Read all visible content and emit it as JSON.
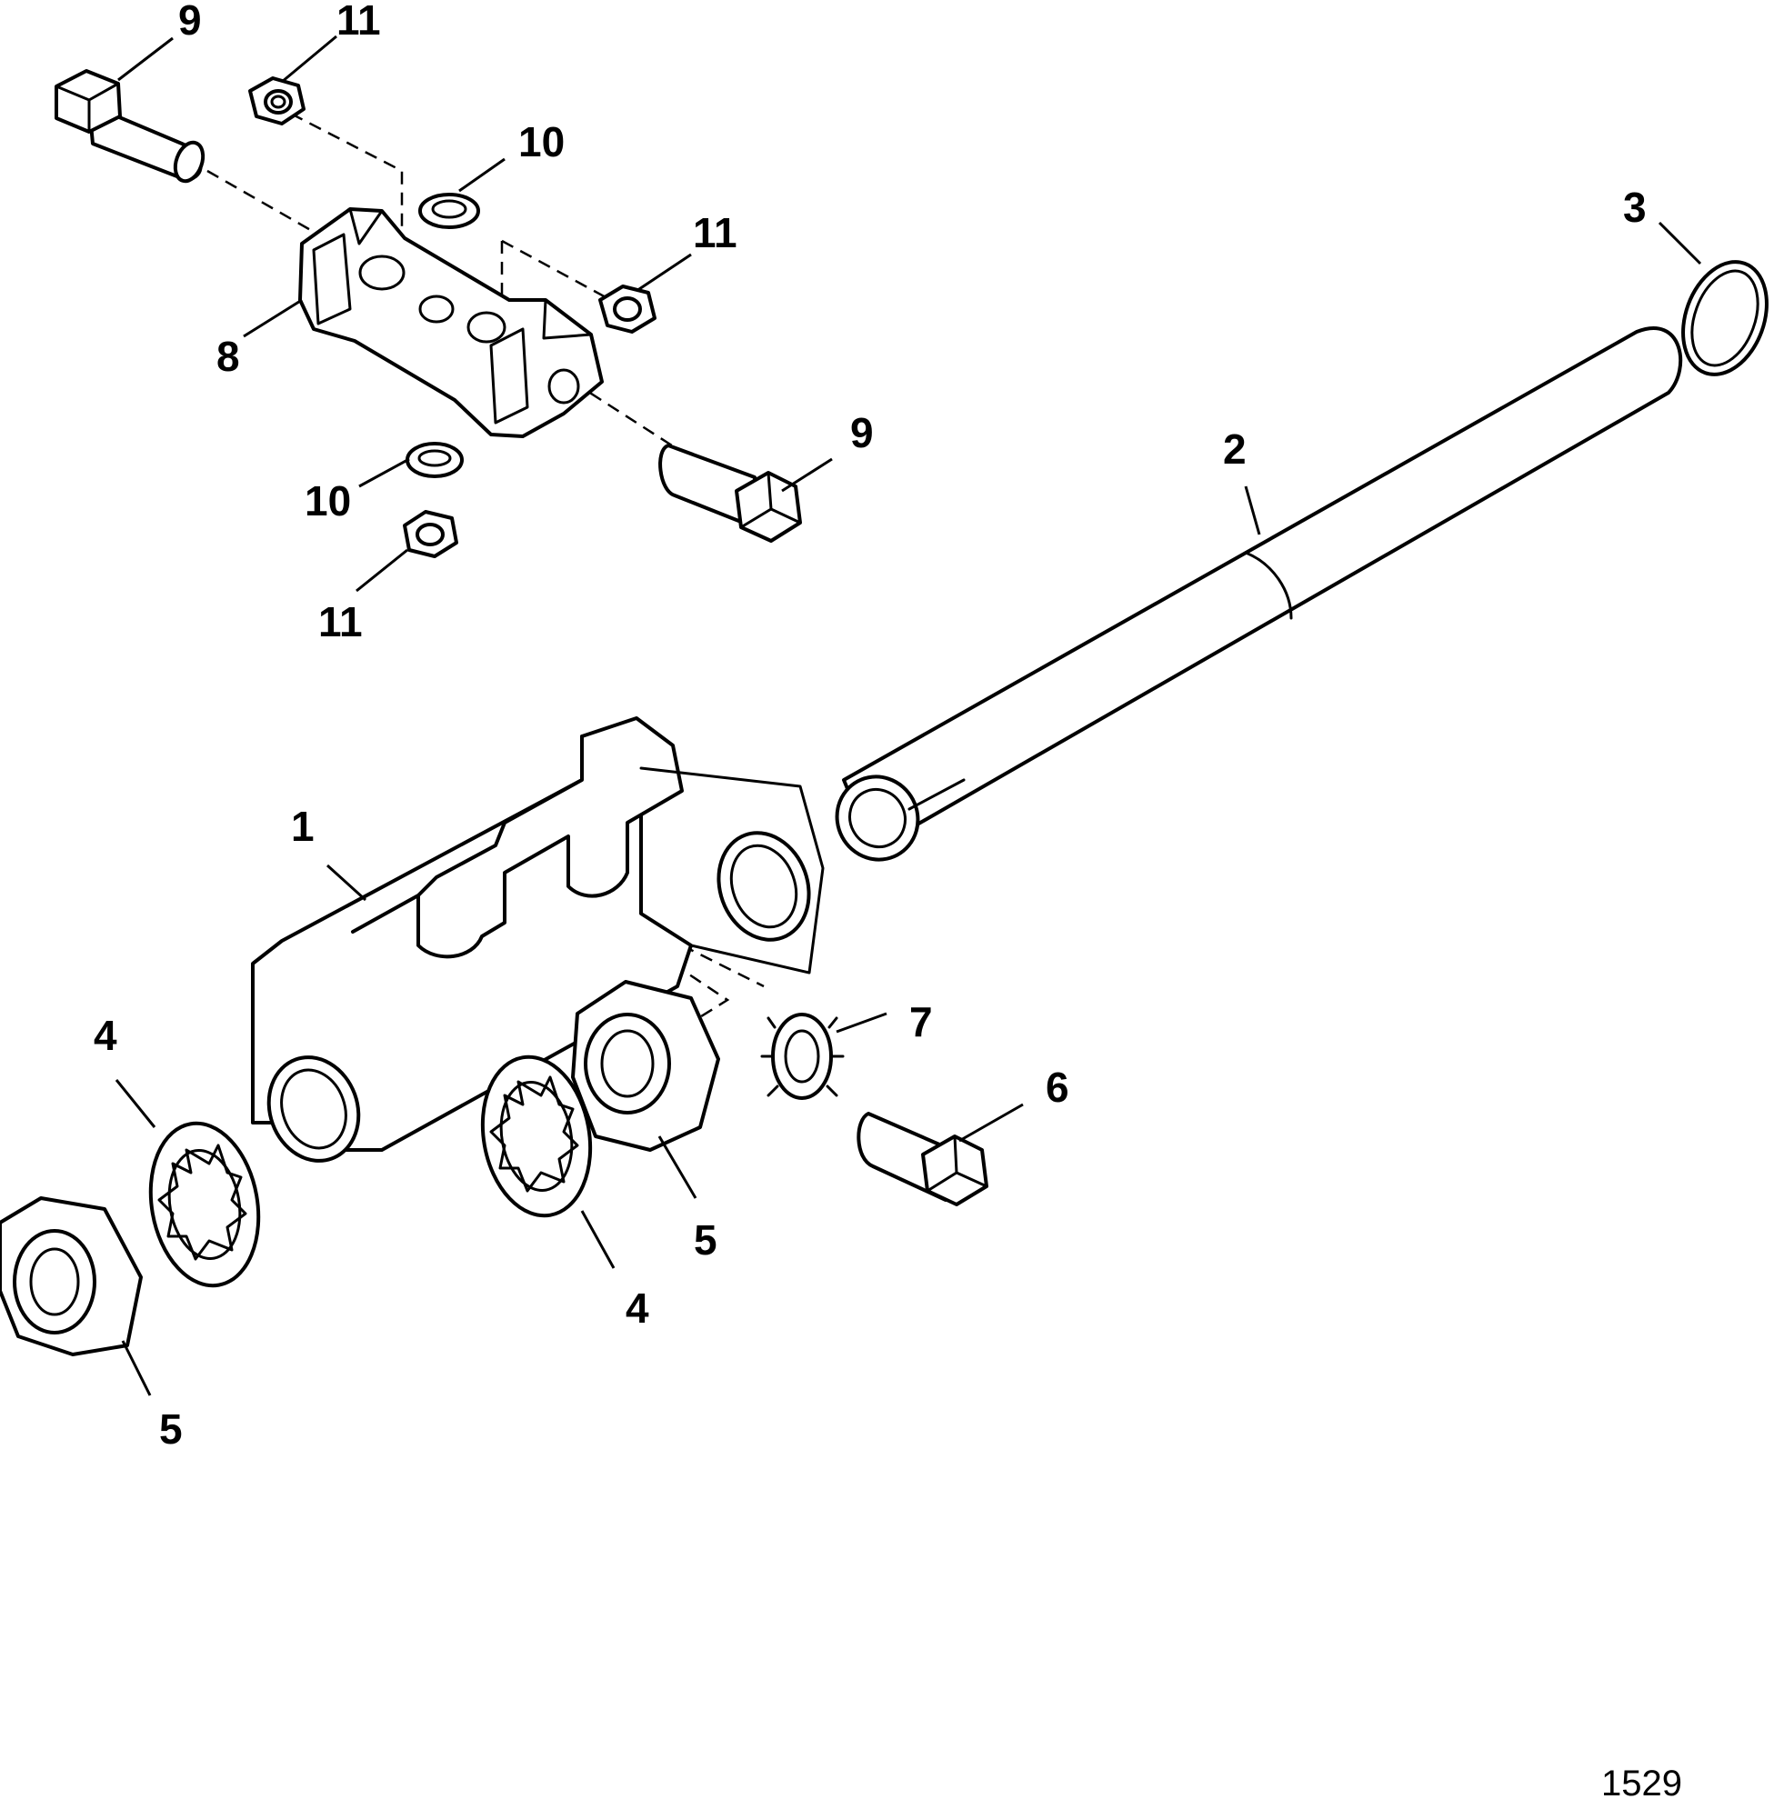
{
  "figure_number": "1529",
  "callouts": [
    {
      "id": "c-9-top",
      "label": "9"
    },
    {
      "id": "c-11-top",
      "label": "11"
    },
    {
      "id": "c-10-top",
      "label": "10"
    },
    {
      "id": "c-11-mid",
      "label": "11"
    },
    {
      "id": "c-3",
      "label": "3"
    },
    {
      "id": "c-8",
      "label": "8"
    },
    {
      "id": "c-9-mid",
      "label": "9"
    },
    {
      "id": "c-10-low",
      "label": "10"
    },
    {
      "id": "c-2",
      "label": "2"
    },
    {
      "id": "c-11-low",
      "label": "11"
    },
    {
      "id": "c-1",
      "label": "1"
    },
    {
      "id": "c-7",
      "label": "7"
    },
    {
      "id": "c-4-left",
      "label": "4"
    },
    {
      "id": "c-6",
      "label": "6"
    },
    {
      "id": "c-5-mid",
      "label": "5"
    },
    {
      "id": "c-4-mid",
      "label": "4"
    },
    {
      "id": "c-5-left",
      "label": "5"
    }
  ]
}
